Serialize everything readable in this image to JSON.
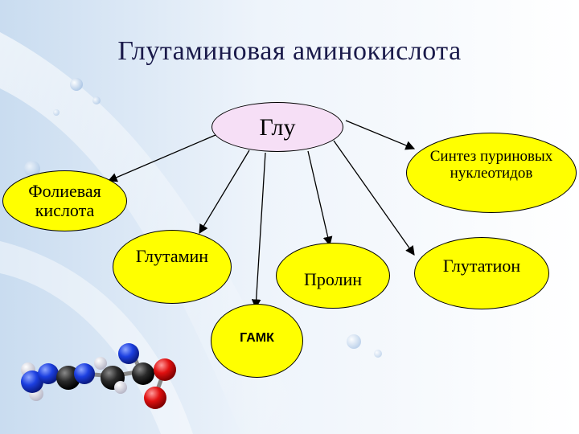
{
  "title": "Глутаминовая аминокислота",
  "colors": {
    "node_fill": "#ffff00",
    "center_fill": "#f6dff6",
    "arrow": "#000000",
    "title_color": "#1a1a4a"
  },
  "diagram": {
    "center": {
      "label": "Глу"
    },
    "nodes": [
      {
        "id": "folic",
        "label": "Фолиевая кислота"
      },
      {
        "id": "purine",
        "label": "Синтез пуриновых нуклеотидов"
      },
      {
        "id": "glutamine",
        "label": "Глутамин"
      },
      {
        "id": "proline",
        "label": "Пролин"
      },
      {
        "id": "glutathione",
        "label": "Глутатион"
      },
      {
        "id": "gaba",
        "label": "ГАМК"
      }
    ]
  }
}
